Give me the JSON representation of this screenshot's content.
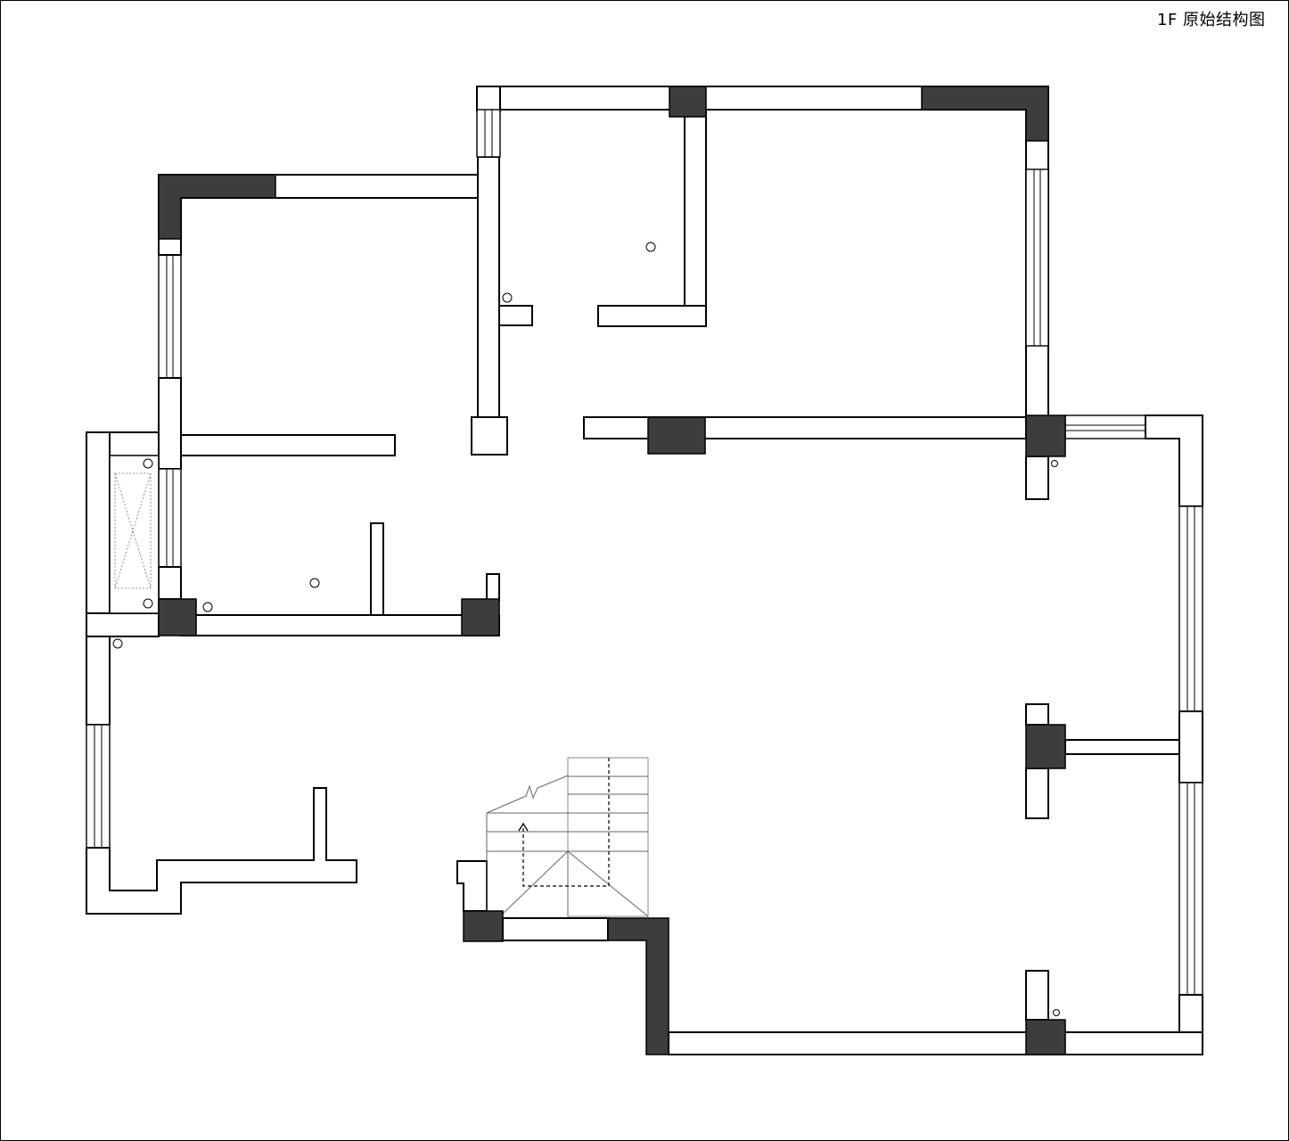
{
  "title": "1F  原始结构图",
  "colors": {
    "column": "#3d3d3d",
    "wall_fill": "#ffffff",
    "line": "#000000",
    "background": "#ffffff"
  },
  "legend_symbols": [
    "wall",
    "structural-column",
    "window",
    "pipe",
    "stair",
    "shaft"
  ]
}
